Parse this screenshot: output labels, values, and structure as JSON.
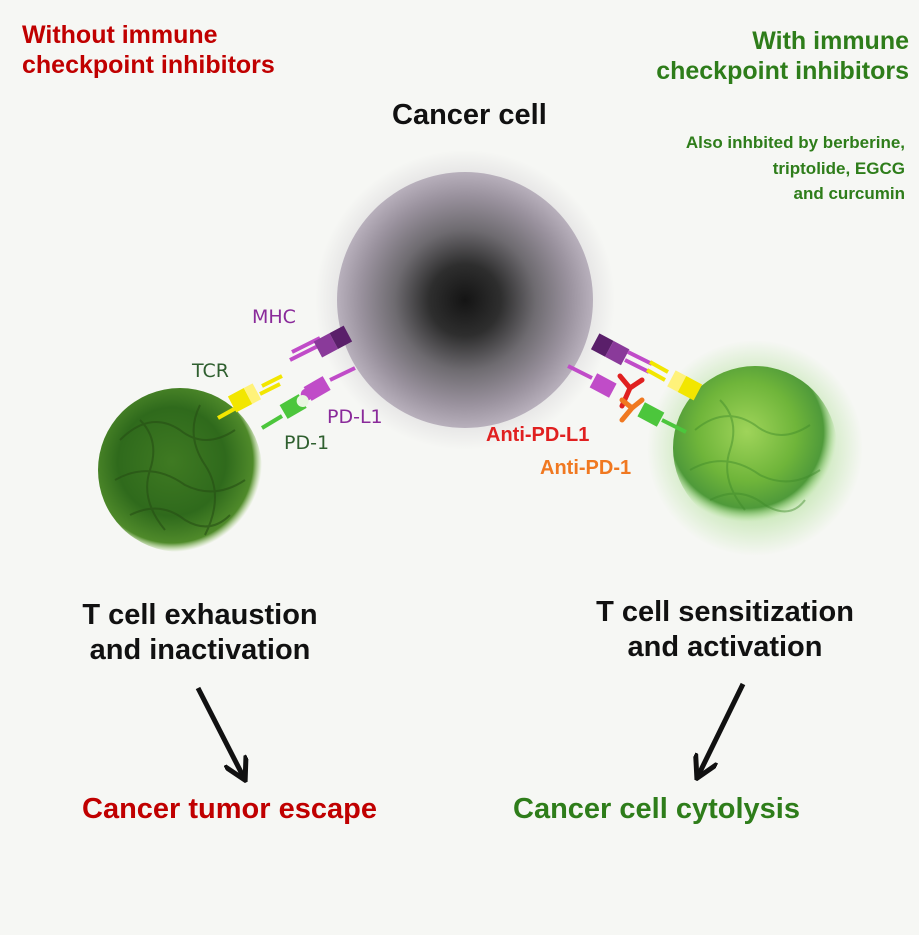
{
  "headings": {
    "left_line1": "Without immune",
    "left_line2": "checkpoint inhibitors",
    "right_line1": "With immune",
    "right_line2": "checkpoint inhibitors",
    "center": "Cancer cell",
    "also_line1": "Also inhbited by berberine,",
    "also_line2": "triptolide, EGCG",
    "also_line3": "and curcumin"
  },
  "labels": {
    "mhc": "MHC",
    "tcr": "TCR",
    "pdl1": "PD-L1",
    "pd1": "PD-1",
    "anti_pdl1": "Anti-PD-L1",
    "anti_pd1": "Anti-PD-1"
  },
  "outcomes": {
    "left_state_line1": "T cell exhaustion",
    "left_state_line2": "and inactivation",
    "right_state_line1": "T cell sensitization",
    "right_state_line2": "and activation",
    "left_result": "Cancer tumor escape",
    "right_result": "Cancer cell cytolysis"
  },
  "colors": {
    "red": "#c00000",
    "green": "#2e7d1a",
    "mhc_purple": "#6a2a7a",
    "pdl1_magenta": "#c04cc8",
    "tcr_yellow": "#f2e600",
    "pd1_green": "#4cc63c",
    "anti_pdl1_red": "#e02020",
    "anti_pd1_orange": "#f07820"
  }
}
